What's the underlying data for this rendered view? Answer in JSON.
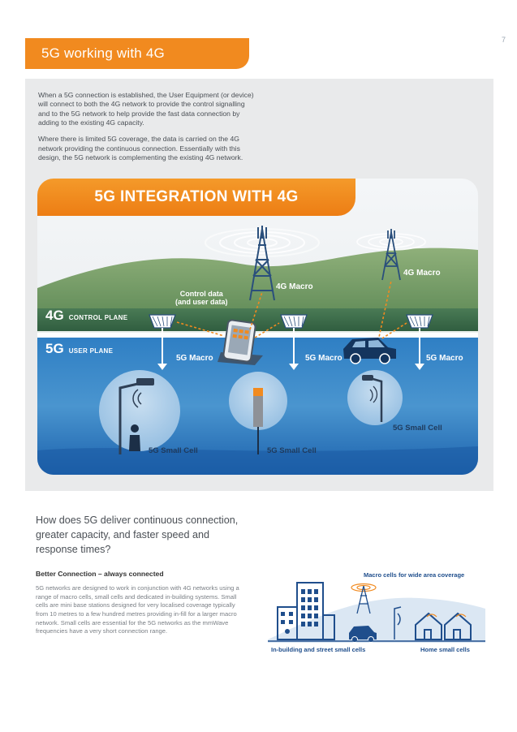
{
  "page": {
    "number": "7"
  },
  "section": {
    "title": "5G working with 4G"
  },
  "intro": {
    "paragraph_1": "When a 5G connection is established, the User Equipment (or device) will connect to both the 4G network to provide the control signalling and to the 5G network to help provide the fast data connection by adding to the existing 4G capacity.",
    "paragraph_2": "Where there is limited 5G coverage, the data is carried on the 4G network providing the continuous connection. Essentially with this design, the 5G network is complementing the existing 4G network."
  },
  "infographic": {
    "title": "5G INTEGRATION WITH 4G",
    "macro_4g_label": "4G Macro",
    "control_data_label": "Control data\n(and user data)",
    "control_plane": {
      "big": "4G",
      "small": "CONTROL PLANE"
    },
    "user_plane": {
      "big": "5G",
      "small": "USER PLANE"
    },
    "macro_5g_label": "5G Macro",
    "small_cell_label": "5G Small Cell"
  },
  "article": {
    "question": "How does 5G deliver continuous connection, greater capacity, and faster speed and response times?",
    "subhead": "Better Connection – always connected",
    "body": "5G networks are designed to work in conjunction with 4G networks using a range of macro cells, small cells and dedicated in-building systems. Small cells are mini base stations designed for very localised coverage typically from 10 metres to a few hundred metres providing in-fill for a larger macro network. Small cells are essential for the 5G networks as the mmWave frequencies have a very short connection range."
  },
  "small_graphic": {
    "macro_caption": "Macro cells for wide area coverage",
    "inbuilding_caption": "In-building and street small cells",
    "home_caption": "Home small cells"
  },
  "colors": {
    "accent_orange": "#f18a1f",
    "navy": "#1f3a5c",
    "blue": "#1f4e8c",
    "grey_panel": "#e9eaeb"
  }
}
